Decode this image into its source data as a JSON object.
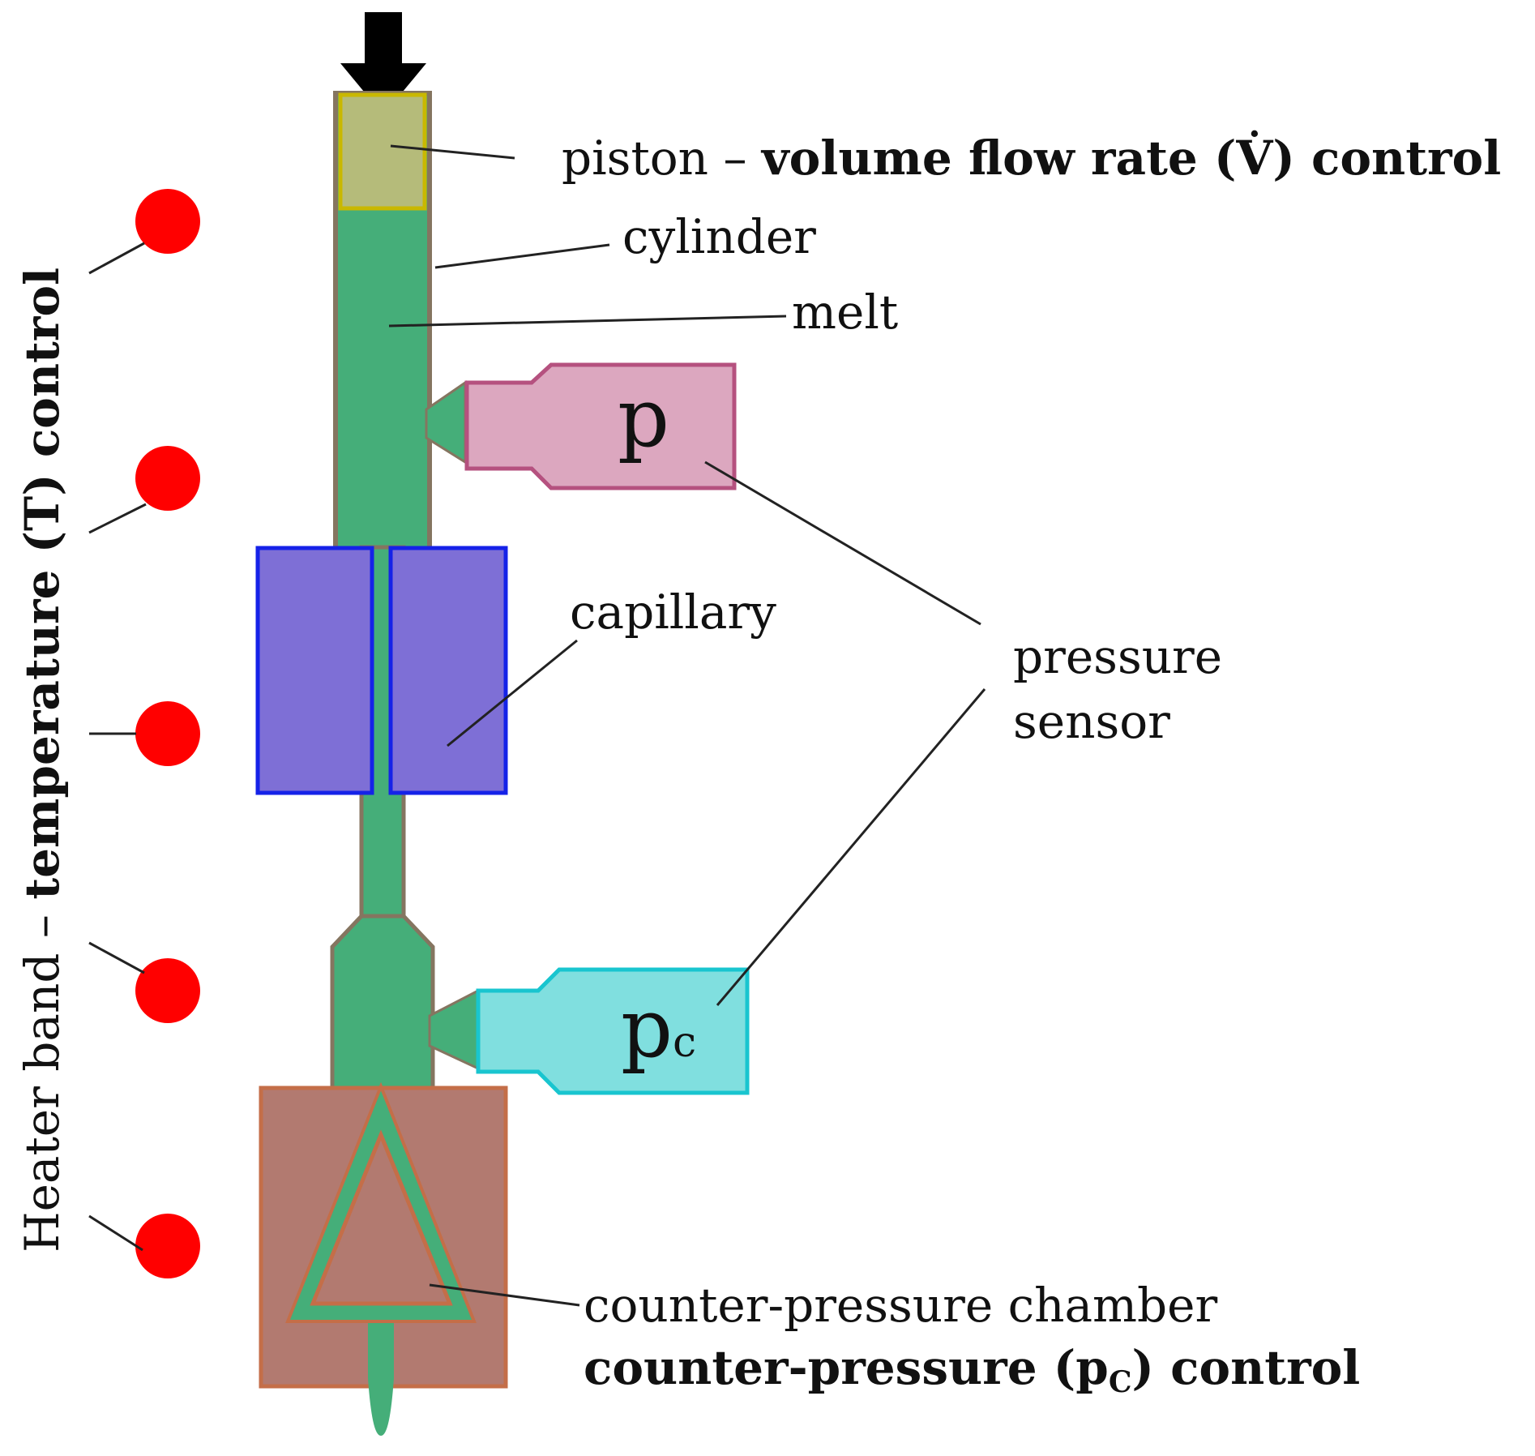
{
  "labels": {
    "piston_prefix": "piston – ",
    "piston_bold": "volume flow rate (V̇) control",
    "cylinder": "cylinder",
    "melt": "melt",
    "capillary": "capillary",
    "pressure_sensor_line1": "pressure",
    "pressure_sensor_line2": "sensor",
    "chamber": "counter-pressure chamber",
    "cp_control_a": "counter-pressure (p",
    "cp_control_sub": "C",
    "cp_control_b": ") control",
    "heater_prefix": "Heater band – ",
    "heater_bold": "temperature (T) control",
    "sensor_p": "p",
    "sensor_pc_main": "p",
    "sensor_pc_sub": "c"
  },
  "colors": {
    "melt": "#45ae79",
    "piston": "#b5bb7a",
    "piston_border": "#c9b800",
    "cylinder_wall": "#857560",
    "capillary": "#7e6fd6",
    "capillary_border": "#1522e8",
    "sensor_p": "#dca7bf",
    "sensor_p_border": "#b5517f",
    "sensor_pc": "#80dfdf",
    "sensor_pc_border": "#19c5cf",
    "chamber": "#b27a70",
    "chamber_border": "#c46e48",
    "heater": "#ff0000"
  }
}
